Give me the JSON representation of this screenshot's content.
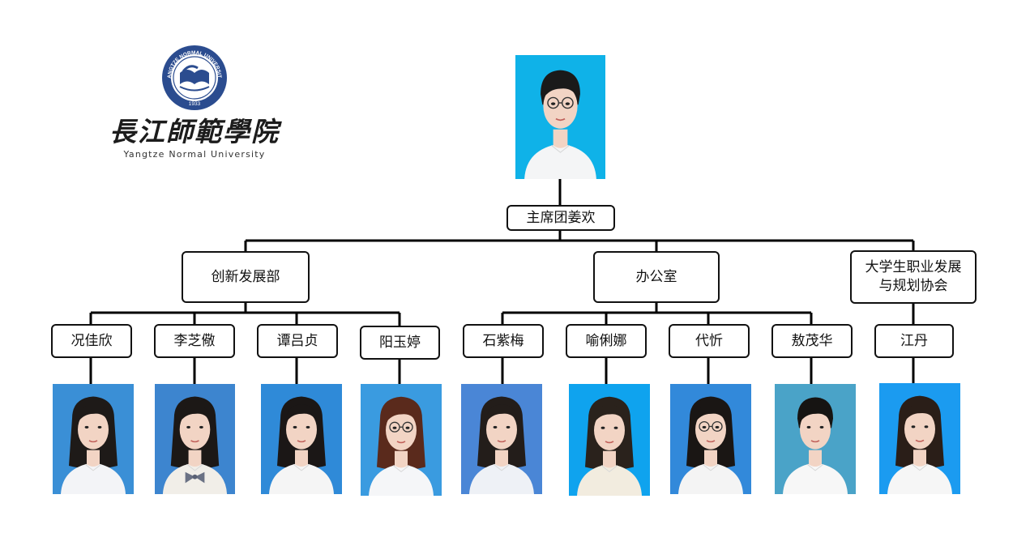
{
  "logo": {
    "name_cn": "長江師範學院",
    "name_en": "Yangtze Normal University",
    "seal_text": "YANGTZE NORMAL UNIVERSITY",
    "seal_year": "1933",
    "colors": {
      "seal": "#2b4c8f",
      "text": "#1c1c1c"
    }
  },
  "root": {
    "label": "主席团姜欢",
    "photo": {
      "bg": "#0fb2e8",
      "hair": "#1a1a1a",
      "glasses": true,
      "clothing": "#f4f5f6"
    }
  },
  "departments": [
    {
      "label": "创新发展部"
    },
    {
      "label": "办公室"
    },
    {
      "label": "大学生职业发展与规划协会"
    }
  ],
  "members": [
    {
      "label": "况佳欣",
      "photo": {
        "bg": "#3a8fd6",
        "hair": "#1e1a18",
        "glasses": false,
        "clothing": "#f3f4f7"
      }
    },
    {
      "label": "李芝儆",
      "photo": {
        "bg": "#3d85cf",
        "hair": "#1c1816",
        "glasses": false,
        "clothing": "#f1eee8",
        "bow": true
      }
    },
    {
      "label": "谭吕贞",
      "photo": {
        "bg": "#2f8ad8",
        "hair": "#1b1716",
        "glasses": false,
        "clothing": "#f5f5f5"
      }
    },
    {
      "label": "阳玉婷",
      "photo": {
        "bg": "#3a9be0",
        "hair": "#5a2a1c",
        "glasses": true,
        "clothing": "#f5f6f8"
      }
    },
    {
      "label": "石紫梅",
      "photo": {
        "bg": "#4a86d6",
        "hair": "#231d1a",
        "glasses": false,
        "clothing": "#eef1f6"
      }
    },
    {
      "label": "喻俐娜",
      "photo": {
        "bg": "#0fa3ee",
        "hair": "#2a221c",
        "glasses": false,
        "clothing": "#f2ecdf"
      }
    },
    {
      "label": "代忻",
      "photo": {
        "bg": "#3289da",
        "hair": "#1a1614",
        "glasses": true,
        "clothing": "#f4f4f4"
      }
    },
    {
      "label": "敖茂华",
      "photo": {
        "bg": "#4aa3c8",
        "hair": "#161412",
        "glasses": false,
        "clothing": "#f7f7f7"
      }
    },
    {
      "label": "江丹",
      "photo": {
        "bg": "#1b9bf0",
        "hair": "#2a1e18",
        "glasses": false,
        "clothing": "#f6f6f6"
      }
    }
  ],
  "styles": {
    "line": "#000000",
    "box_border": "#111111",
    "skin": "#f2d4c4"
  }
}
